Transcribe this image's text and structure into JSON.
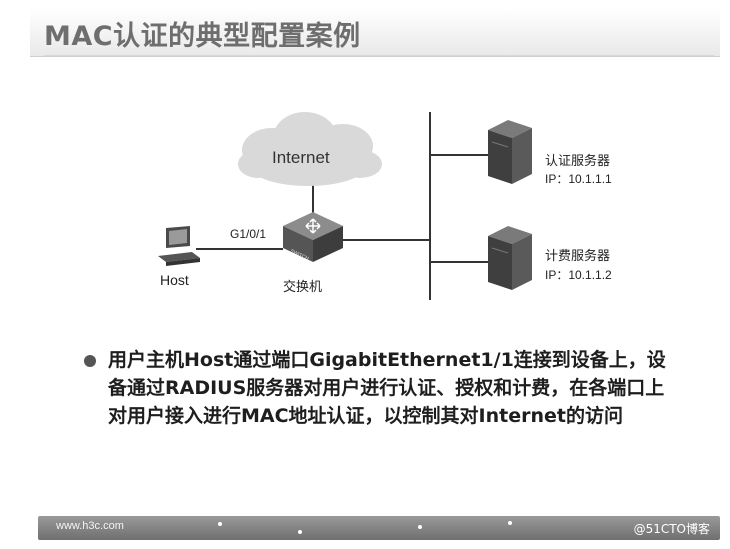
{
  "slide": {
    "title": "MAC认证的典型配置案例"
  },
  "diagram": {
    "cloud_label": "Internet",
    "port_label": "G1/0/1",
    "host_label": "Host",
    "switch_label": "交换机",
    "switch_badge": "SWITCH",
    "servers": [
      {
        "name": "认证服务器",
        "ip": "IP：10.1.1.1"
      },
      {
        "name": "计费服务器",
        "ip": "IP：10.1.1.2"
      }
    ]
  },
  "body": {
    "bullet_text": "用户主机Host通过端口GigabitEthernet1/1连接到设备上，设备通过RADIUS服务器对用户进行认证、授权和计费，在各端口上对用户接入进行MAC地址认证，以控制其对Internet的访问"
  },
  "footer": {
    "url": "www.h3c.com",
    "watermark": "@51CTO博客"
  },
  "colors": {
    "title_text": "#6e6e6e",
    "footer_bar": "#808080",
    "cloud_fill": "#d9d9d9",
    "server_fill": "#5a5a5a"
  }
}
